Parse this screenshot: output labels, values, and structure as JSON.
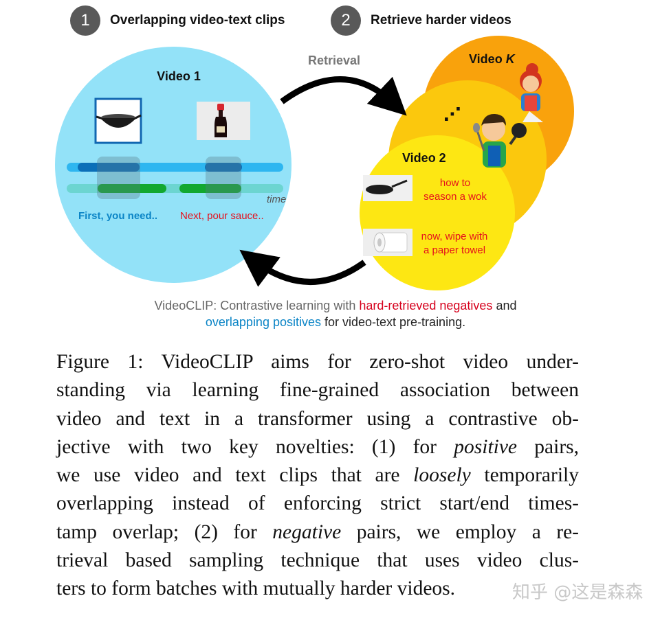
{
  "header": {
    "step1_num": "1",
    "step1_label": "Overlapping video-text clips",
    "step2_num": "2",
    "step2_label": "Retrieve harder videos"
  },
  "diagram": {
    "retrieval_label": "Retrieval",
    "video1_title": "Video 1",
    "time_label": "time",
    "clip_text_1": "First, you need..",
    "clip_text_2": "Next, pour sauce..",
    "videok_title_prefix": "Video ",
    "videok_title_var": "K",
    "ellipsis": "⋰",
    "video2_title": "Video 2",
    "video2_text1_line1": "how to",
    "video2_text1_line2": "season a wok",
    "video2_text2_line1": "now, wipe with",
    "video2_text2_line2": "a paper towel",
    "colors": {
      "video1_circle": "#93e2f8",
      "videok_circle": "#f9a20c",
      "video_mid_circle": "#fbc80d",
      "video2_circle": "#fde713",
      "video_bar": "#2eb6f0",
      "video_bar_dark": "#0b6fb8",
      "text_bar": "#6cd5d1",
      "text_bar_dark": "#12a830",
      "red_text": "#e5101c",
      "blue_text": "#0a84c6"
    },
    "icons": [
      "wok-icon",
      "soy-sauce-icon",
      "chef-woman-icon",
      "chef-boy-icon",
      "frying-pan-icon",
      "paper-towel-icon"
    ]
  },
  "legend": {
    "part1": "VideoCLIP: Contrastive learning with ",
    "part2": "hard-retrieved negatives",
    "part3": " and",
    "part4": "overlapping positives",
    "part5": " for video-text pre-training."
  },
  "caption": {
    "l1": "Figure 1:  VideoCLIP aims for zero-shot video under-",
    "l2": "standing via learning fine-grained association between",
    "l3": "video and text in a transformer using a contrastive ob-",
    "l4a": "jective with two key novelties:  (1) for ",
    "l4b": "positive",
    "l4c": " pairs,",
    "l5a": "we use video and text clips that are ",
    "l5b": "loosely",
    "l5c": " temporarily",
    "l6": "overlapping instead of enforcing strict start/end times-",
    "l7a": "tamp overlap; (2) for ",
    "l7b": "negative",
    "l7c": " pairs, we employ a re-",
    "l8": "trieval based sampling technique that uses video clus-",
    "l9": "ters to form batches with mutually harder videos."
  },
  "watermark": "知乎 @这是森森"
}
